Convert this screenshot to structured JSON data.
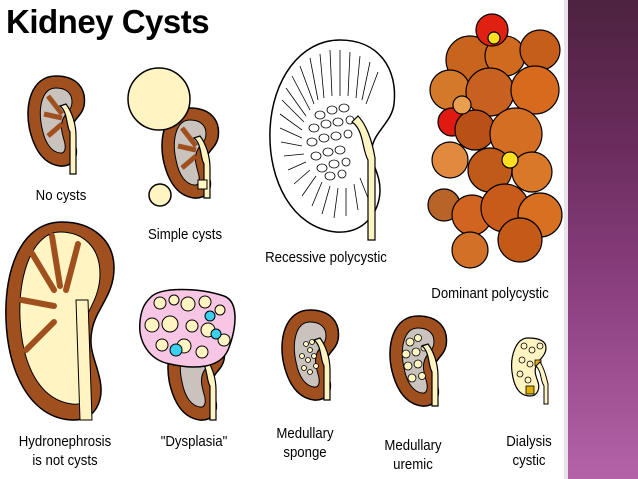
{
  "title": "Kidney Cysts",
  "colors": {
    "kidney_outer": "#a0501e",
    "kidney_inner": "#fff4c2",
    "medulla_grey": "#c9c2bd",
    "cyst_fill": "#fff4c2",
    "dysplasia_pink": "#f6c6e4",
    "cyst_cyan": "#3ad0f0",
    "sidebar_accent": "#7a336e"
  },
  "panels": [
    {
      "id": "no-cysts",
      "label": "No cysts"
    },
    {
      "id": "simple-cysts",
      "label": "Simple cysts"
    },
    {
      "id": "recessive-polycystic",
      "label": "Recessive polycystic"
    },
    {
      "id": "dominant-polycystic",
      "label": "Dominant polycystic"
    },
    {
      "id": "hydronephrosis",
      "label_lines": [
        "Hydronephrosis",
        "is not cysts"
      ]
    },
    {
      "id": "dysplasia",
      "label": "\"Dysplasia\""
    },
    {
      "id": "medullary-sponge",
      "label_lines": [
        "Medullary",
        "sponge"
      ]
    },
    {
      "id": "medullary-uremic",
      "label_lines": [
        "Medullary",
        "uremic"
      ]
    },
    {
      "id": "dialysis-cystic",
      "label_lines": [
        "Dialysis",
        "cystic"
      ]
    }
  ]
}
